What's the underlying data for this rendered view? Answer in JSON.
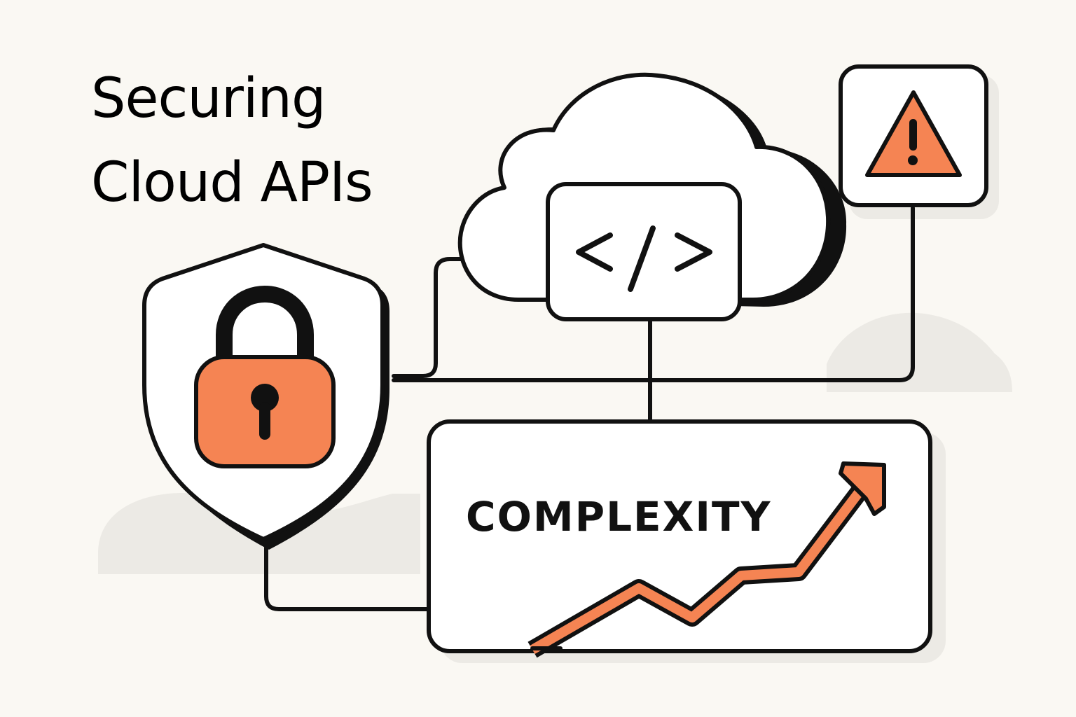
{
  "title": {
    "line1": "Securing",
    "line2": "Cloud APIs"
  },
  "code_box": {
    "glyph": "</>",
    "icon": "code-icon"
  },
  "complexity_box": {
    "label": "COMPLEXITY",
    "icon": "trend-up-arrow-icon"
  },
  "icons": {
    "shield": "shield-icon",
    "lock": "padlock-icon",
    "cloud": "cloud-icon",
    "warning": "warning-triangle-icon"
  },
  "colors": {
    "background": "#faf8f3",
    "stroke": "#111111",
    "accent": "#f58453",
    "shadow": "#e9e7e2"
  }
}
